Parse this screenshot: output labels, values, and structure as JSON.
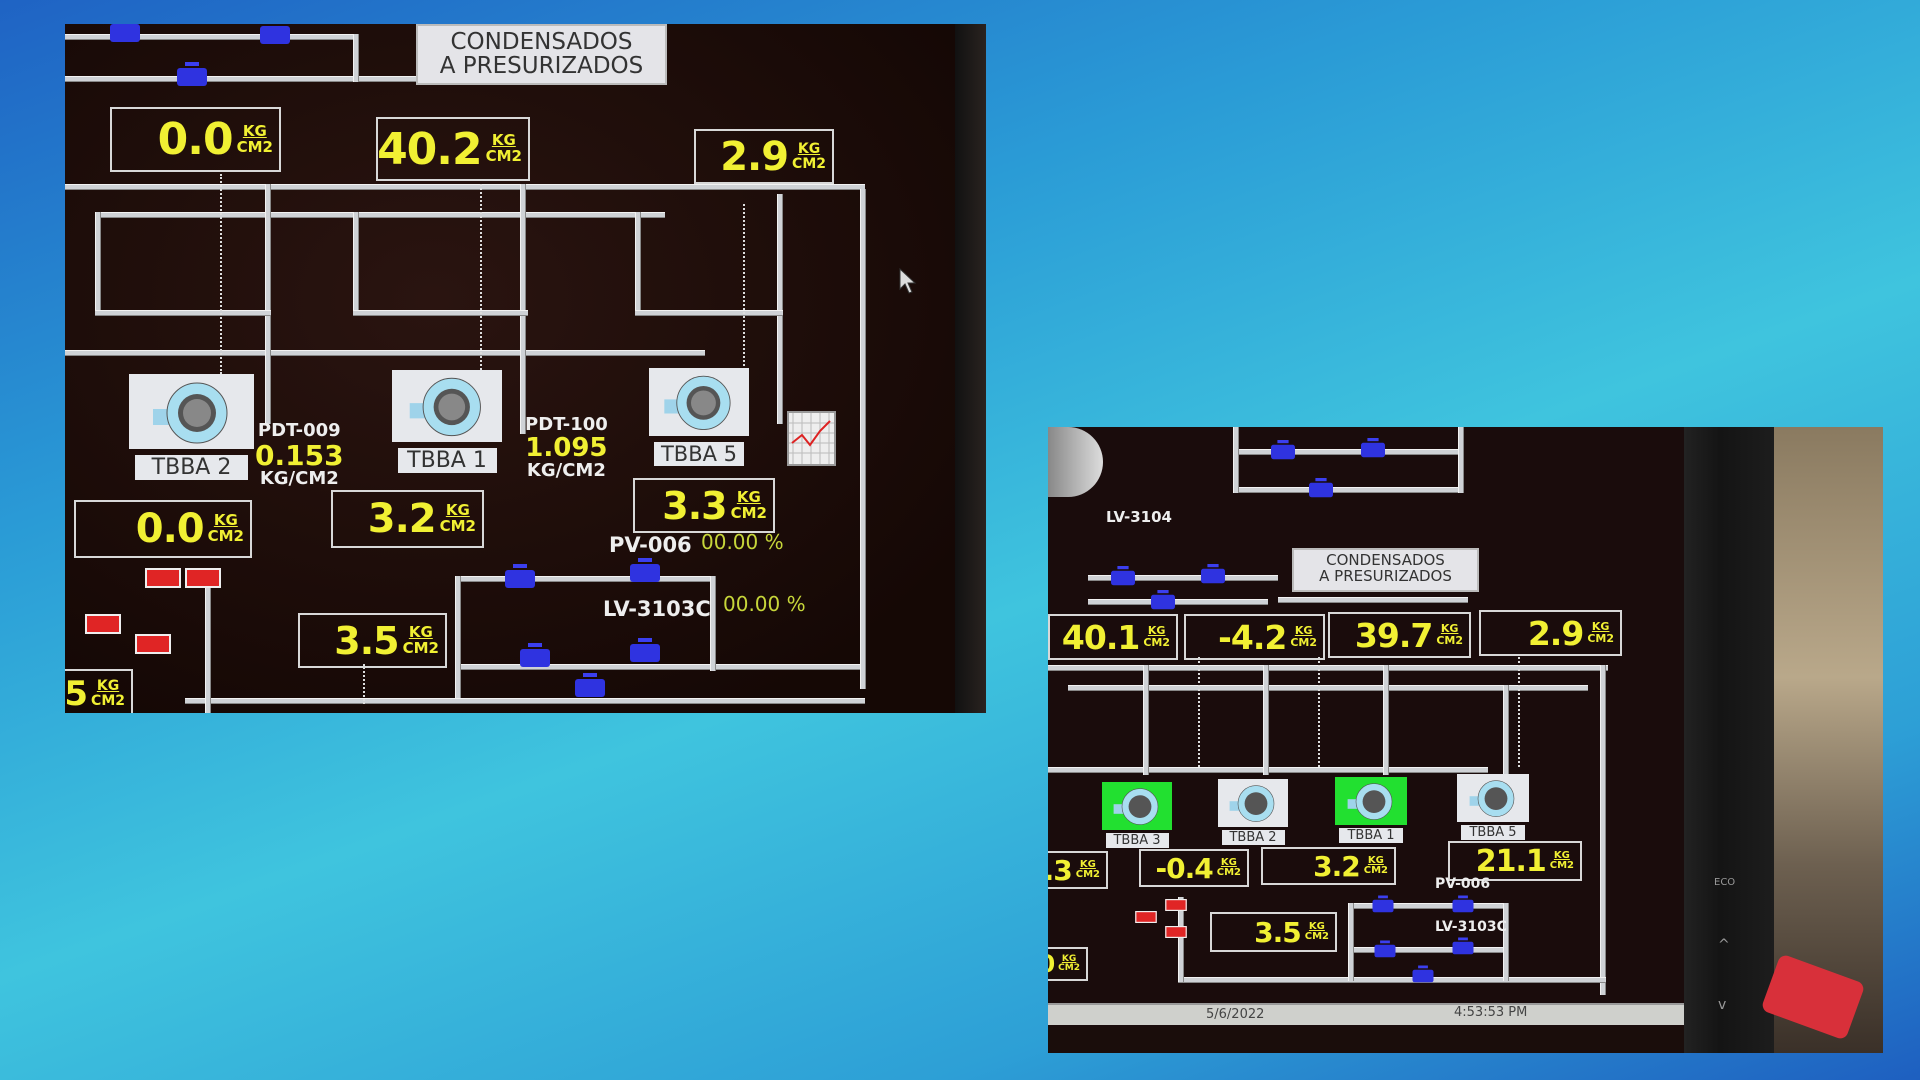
{
  "left_photo": {
    "title": [
      "CONDENSADOS",
      "A PRESURIZADOS"
    ],
    "gauges": [
      {
        "value": "0.0",
        "unit_top": "KG",
        "unit_bottom": "CM2"
      },
      {
        "value": "40.2",
        "unit_top": "KG",
        "unit_bottom": "CM2"
      },
      {
        "value": "2.9",
        "unit_top": "KG",
        "unit_bottom": "CM2"
      },
      {
        "value": "0.0",
        "unit_top": "KG",
        "unit_bottom": "CM2"
      },
      {
        "value": "3.2",
        "unit_top": "KG",
        "unit_bottom": "CM2"
      },
      {
        "value": "3.3",
        "unit_top": "KG",
        "unit_bottom": "CM2"
      },
      {
        "value": "3.5",
        "unit_top": "KG",
        "unit_bottom": "CM2"
      },
      {
        "value": "5",
        "unit_top": "KG",
        "unit_bottom": "CM2"
      }
    ],
    "pumps": [
      "TBBA 2",
      "TBBA 1",
      "TBBA 5"
    ],
    "transmitters": [
      {
        "tag": "PDT-009",
        "value": "0.153",
        "unit": "KG/CM2"
      },
      {
        "tag": "PDT-100",
        "value": "1.095",
        "unit": "KG/CM2"
      }
    ],
    "valves": [
      {
        "tag": "PV-006",
        "percent": "00.00 %"
      },
      {
        "tag": "LV-3103C",
        "percent": "00.00 %"
      }
    ]
  },
  "right_photo": {
    "tank_valve": "LV-3104",
    "title": [
      "CONDENSADOS",
      "A PRESURIZADOS"
    ],
    "gauges_top": [
      {
        "value": "40.1",
        "unit_top": "KG",
        "unit_bottom": "CM2"
      },
      {
        "value": "-4.2",
        "unit_top": "KG",
        "unit_bottom": "CM2"
      },
      {
        "value": "39.7",
        "unit_top": "KG",
        "unit_bottom": "CM2"
      },
      {
        "value": "2.9",
        "unit_top": "KG",
        "unit_bottom": "CM2"
      }
    ],
    "pumps": [
      {
        "label": "TBBA 3",
        "running": true
      },
      {
        "label": "TBBA 2",
        "running": false
      },
      {
        "label": "TBBA 1",
        "running": true
      },
      {
        "label": "TBBA 5",
        "running": false
      }
    ],
    "gauges_bottom": [
      {
        "value": ".3",
        "unit_top": "KG",
        "unit_bottom": "CM2"
      },
      {
        "value": "-0.4",
        "unit_top": "KG",
        "unit_bottom": "CM2"
      },
      {
        "value": "3.2",
        "unit_top": "KG",
        "unit_bottom": "CM2"
      },
      {
        "value": "21.1",
        "unit_top": "KG",
        "unit_bottom": "CM2"
      },
      {
        "value": "3.5",
        "unit_top": "KG",
        "unit_bottom": "CM2"
      },
      {
        "value": "0",
        "unit_top": "KG",
        "unit_bottom": "CM2"
      }
    ],
    "valves": [
      "PV-006",
      "LV-3103C"
    ],
    "status_bar": {
      "date": "5/6/2022",
      "time": "4:53:53 PM"
    },
    "bezel": {
      "eco": "ECO",
      "up": "^",
      "down": "v"
    }
  }
}
